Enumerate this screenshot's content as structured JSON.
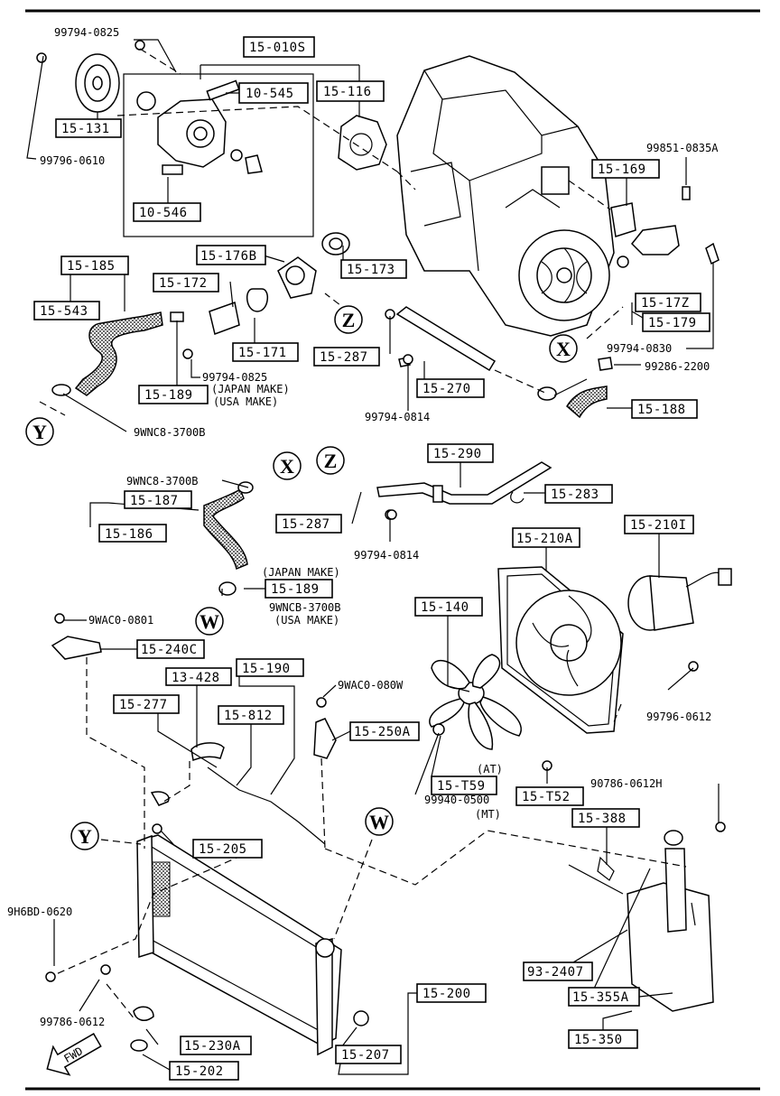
{
  "callouts": {
    "p15_010s": "15-010S",
    "p10_545": "10-545",
    "p15_116": "15-116",
    "p15_131": "15-131",
    "p10_546": "10-546",
    "p15_169": "15-169",
    "p15_176b": "15-176B",
    "p15_173": "15-173",
    "p15_185": "15-185",
    "p15_172": "15-172",
    "p15_543": "15-543",
    "p15_171": "15-171",
    "p15_287a": "15-287",
    "p15_172z": "15-17Z",
    "p15_179": "15-179",
    "p15_270": "15-270",
    "p15_189a": "15-189",
    "p15_188": "15-188",
    "p15_290": "15-290",
    "p15_187": "15-187",
    "p15_186": "15-186",
    "p15_287b": "15-287",
    "p15_283": "15-283",
    "p15_210a": "15-210A",
    "p15_210i": "15-210I",
    "p15_189b": "15-189",
    "p15_140": "15-140",
    "p15_240c": "15-240C",
    "p13_428": "13-428",
    "p15_190": "15-190",
    "p15_277": "15-277",
    "p15_812": "15-812",
    "p15_250a": "15-250A",
    "p15_759": "15-T59",
    "p15_752": "15-T52",
    "p15_388": "15-388",
    "p15_205": "15-205",
    "p93_2407": "93-2407",
    "p15_355a": "15-355A",
    "p15_200": "15-200",
    "p15_350": "15-350",
    "p15_230a": "15-230A",
    "p15_207": "15-207",
    "p15_202": "15-202"
  },
  "part_numbers": {
    "n99794_0825a": "99794-0825",
    "n99796_0610": "99796-0610",
    "n99851_0835a": "99851-0835A",
    "n99794_0825b": "99794-0825",
    "japan_make_a": "(JAPAN MAKE)",
    "usa_make_a": "(USA MAKE)",
    "n99794_0830": "99794-0830",
    "n99286_2200": "99286-2200",
    "n99794_0814a": "99794-0814",
    "n9wnc8_3700b_a": "9WNC8-3700B",
    "n9wnc8_3700b_b": "9WNC8-3700B",
    "n99794_0814b": "99794-0814",
    "japan_make_b": "(JAPAN MAKE)",
    "n9wnc8_3700b_c": "9WNCB-3700B",
    "usa_make_b": "(USA MAKE)",
    "n9wac0_0801": "9WAC0-0801",
    "n9wac0_080w": "9WAC0-080W",
    "n99796_0612": "99796-0612",
    "at": "(AT)",
    "n99940_0500": "99940-0500",
    "mt": "(MT)",
    "n90786_0612h": "90786-0612H",
    "n9h6bd_0620": "9H6BD-0620",
    "n99786_0612": "99786-0612"
  },
  "markers": {
    "x1": "X",
    "x2": "X",
    "y1": "Y",
    "y2": "Y",
    "z1": "Z",
    "z2": "Z",
    "w1": "W",
    "w2": "W"
  },
  "fwd": "FWD"
}
